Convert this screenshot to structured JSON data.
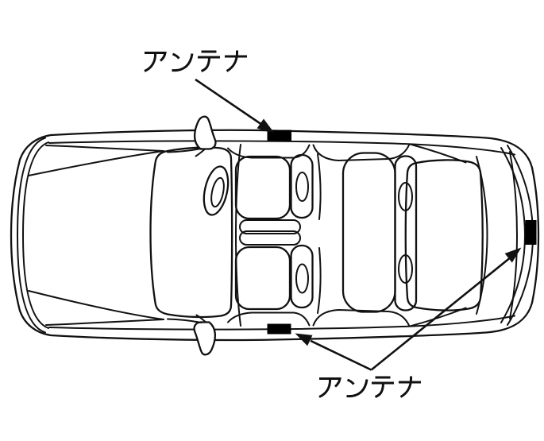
{
  "diagram": {
    "background_color": "#ffffff",
    "line_color": "#111111",
    "marker_color": "#000000",
    "labels": {
      "top_antenna": "アンテナ",
      "bottom_antenna": "アンテナ"
    },
    "vehicle": {
      "view": "top view of sedan, front facing left",
      "antenna_markers": [
        {
          "id": "antenna-marker-top-edge",
          "description": "black rectangle on upper side edge of roofline"
        },
        {
          "id": "antenna-marker-bottom-edge",
          "description": "black rectangle on lower side edge of roofline"
        },
        {
          "id": "antenna-marker-rear-panel",
          "description": "black rectangle on rear end panel of car"
        }
      ]
    },
    "annotations": [
      {
        "label": "アンテナ",
        "position": "top",
        "arrow_count": 1
      },
      {
        "label": "アンテナ",
        "position": "bottom",
        "arrow_count": 2
      }
    ]
  }
}
